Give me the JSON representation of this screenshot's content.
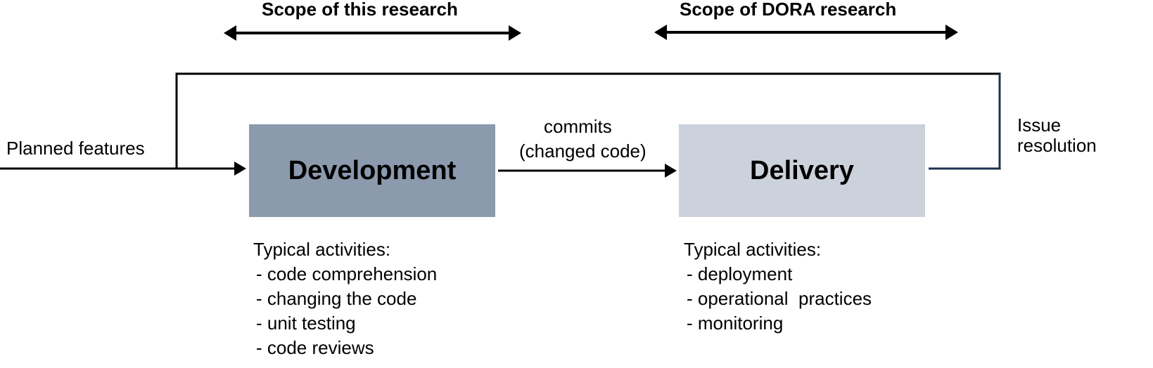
{
  "scope": {
    "this_research": "Scope of this research",
    "dora_research": "Scope of DORA research"
  },
  "input_label": "Planned features",
  "feedback_label": [
    "Issue",
    "resolution"
  ],
  "flow_label": [
    "commits",
    "(changed code)"
  ],
  "stages": [
    {
      "title": "Development",
      "color": "#8c9aad",
      "activities_title": "Typical activities:",
      "activities": [
        "code comprehension",
        "changing the code",
        "unit testing",
        "code reviews"
      ]
    },
    {
      "title": "Delivery",
      "color": "#ccd2dc",
      "activities_title": "Typical activities:",
      "activities": [
        "deployment",
        "operational  practices",
        "monitoring"
      ]
    }
  ],
  "colors": {
    "line": "#000000",
    "feedback_line": "#1f3350"
  }
}
